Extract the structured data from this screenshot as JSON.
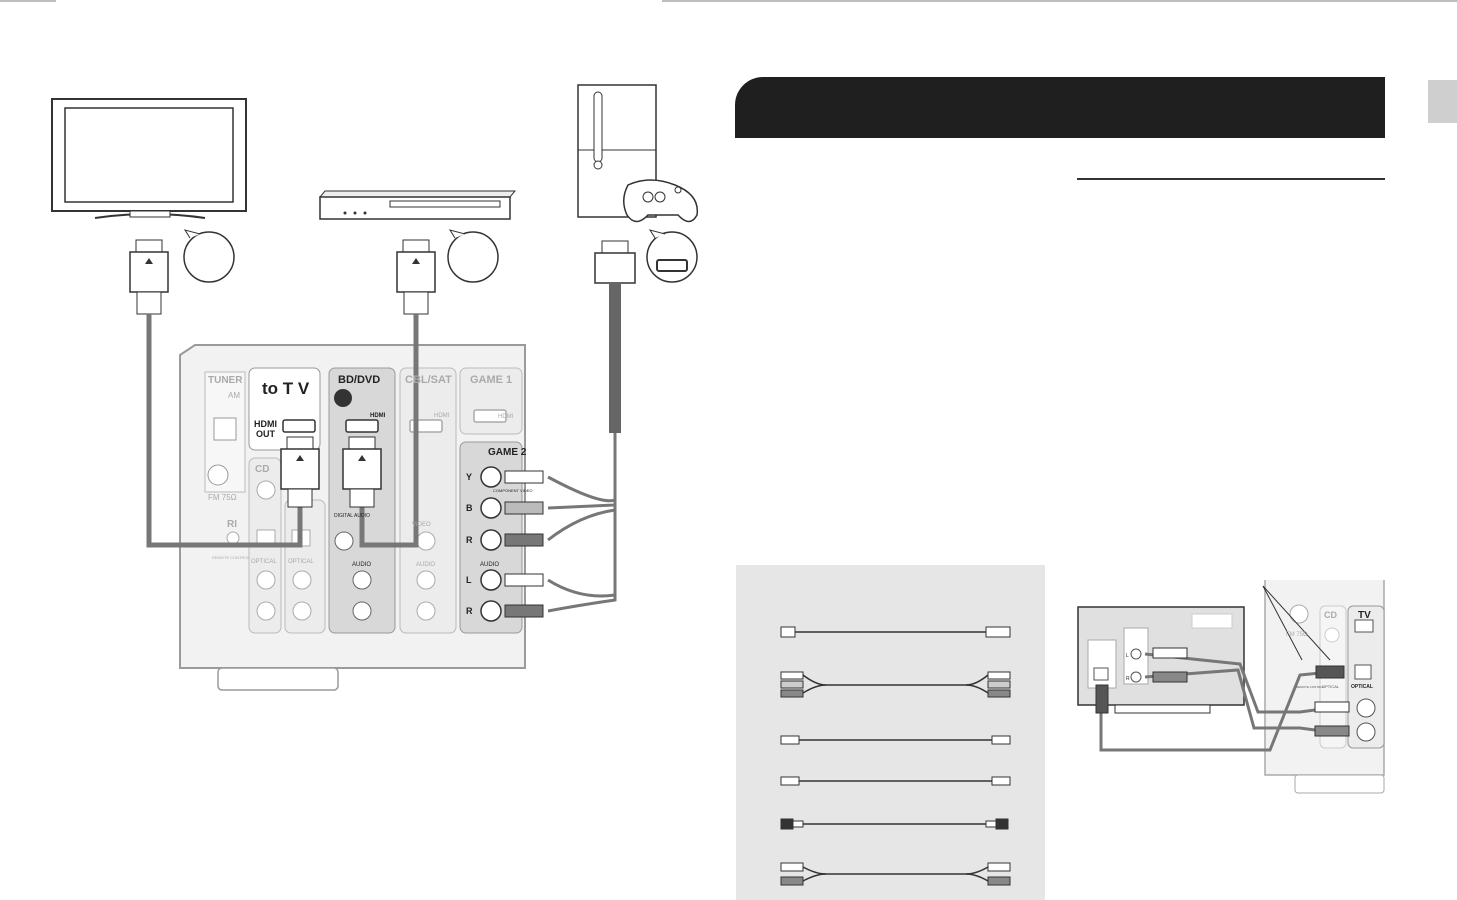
{
  "receiver": {
    "panels": [
      {
        "id": "tuner",
        "label": "TUNER",
        "sub": "AM",
        "fm": "FM 75Ω"
      },
      {
        "id": "totv",
        "label": "to T V",
        "hdmi": "HDMI",
        "out": "OUT"
      },
      {
        "id": "bddvd",
        "label": "BD/DVD",
        "hdmi": "HDMI",
        "digital_audio": "DIGITAL AUDIO",
        "audio": "AUDIO"
      },
      {
        "id": "cblsat",
        "label": "CBL/SAT",
        "hdmi": "HDMI",
        "video": "VIDEO",
        "audio": "AUDIO"
      },
      {
        "id": "game1",
        "label": "GAME 1",
        "hdmi": "HDMI"
      },
      {
        "id": "game2",
        "label": "GAME 2",
        "component": "COMPONENT VIDEO",
        "audio": "AUDIO"
      }
    ],
    "cd_label": "CD",
    "optical": "OPTICAL",
    "remote_control": "REMOTE CONTROL",
    "ri": "RI",
    "jack_letters": {
      "y": "Y",
      "b": "B",
      "r": "R",
      "l": "L",
      "rr": "R"
    }
  },
  "inset": {
    "tv_label": "TV",
    "cd_label": "CD",
    "optical_left": "OPTICAL",
    "optical_right": "OPTICAL",
    "remote_control": "REMOTE CONTROL",
    "fm": "FM 75Ω",
    "l": "L",
    "r": "R"
  },
  "legend": {
    "cables": [
      "hdmi",
      "component",
      "composite",
      "audio-single",
      "optical",
      "analog-audio"
    ]
  }
}
